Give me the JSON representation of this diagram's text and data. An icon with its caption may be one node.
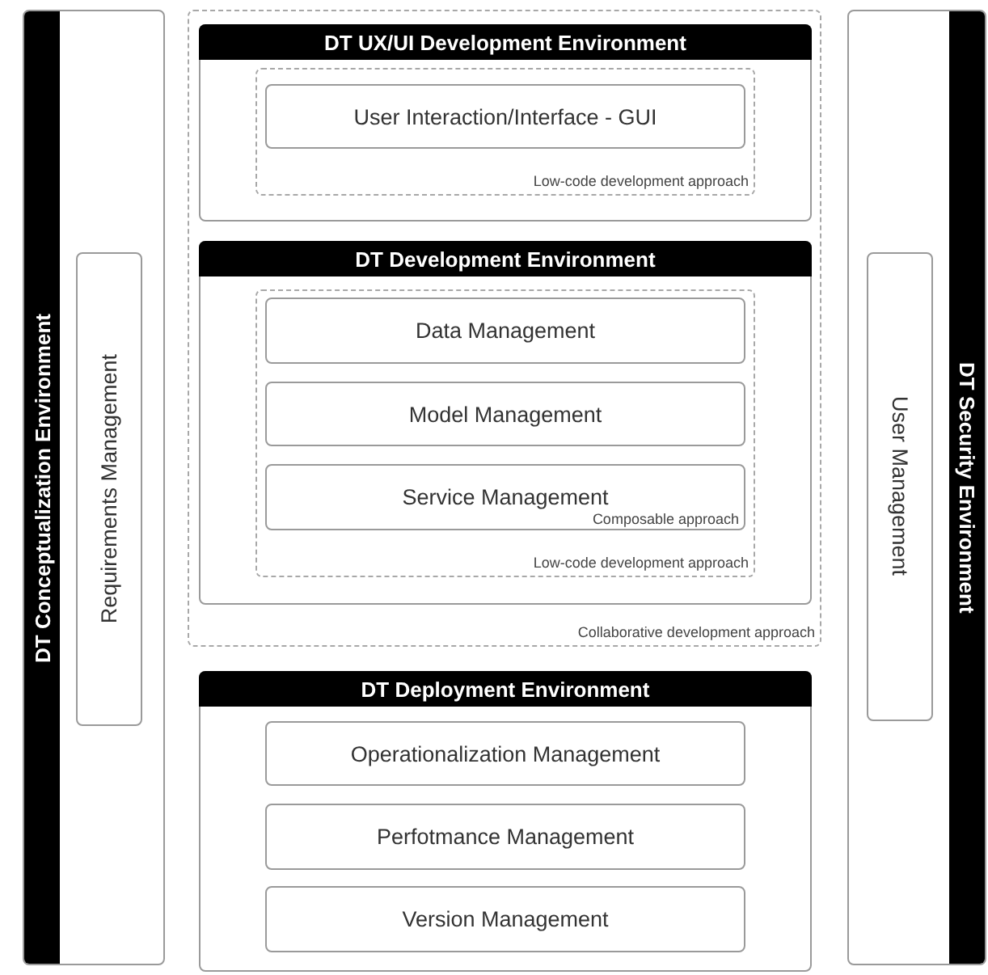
{
  "diagram": {
    "nodes": [
      {
        "text": [
          "DT Conceptualization Environment"
        ]
      },
      {
        "text": [
          "Requirements Management"
        ],
        "in": 0
      },
      {
        "text": [
          "Collaborative development approach"
        ]
      },
      {
        "text": [
          "DT UX/UI Development Environment"
        ],
        "in": 2
      },
      {
        "text": [
          "Low-code development approach"
        ],
        "in": 3
      },
      {
        "text": [
          "User Interaction/Interface - GUI"
        ],
        "in": 4
      },
      {
        "text": [
          "DT Development Environment"
        ],
        "in": 2
      },
      {
        "text": [
          "Low-code development approach"
        ],
        "in": 6
      },
      {
        "text": [
          "Data Management"
        ],
        "in": 7
      },
      {
        "text": [
          "Model Management"
        ],
        "in": 7
      },
      {
        "text": [
          "Service Management",
          "Composable approach"
        ],
        "in": 7
      },
      {
        "text": [
          "DT Deployment Environment"
        ]
      },
      {
        "text": [
          "Operationalization Management"
        ],
        "in": 11
      },
      {
        "text": [
          "Perfotmance Management"
        ],
        "in": 11
      },
      {
        "text": [
          "Version Management"
        ],
        "in": 11
      },
      {
        "text": [
          "DT Security Environment"
        ]
      },
      {
        "text": [
          "User Management"
        ],
        "in": 15
      }
    ]
  }
}
